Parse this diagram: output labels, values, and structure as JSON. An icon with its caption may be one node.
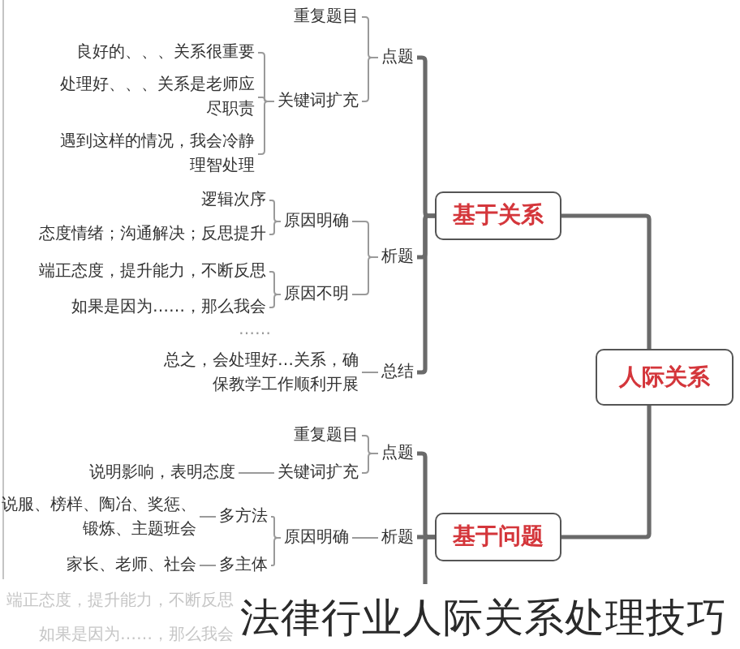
{
  "diagram": {
    "caption": "法律行业人际关系处理技巧",
    "nodes": [
      {
        "text": [
          "人际关系"
        ]
      },
      {
        "text": [
          "基于关系"
        ]
      },
      {
        "text": [
          "点题"
        ]
      },
      {
        "text": [
          "重复题目"
        ]
      },
      {
        "text": [
          "关键词扩充"
        ]
      },
      {
        "text": [
          "良好的、、、关系很重要"
        ]
      },
      {
        "text": [
          "处理好、、、关系是老师应尽职责"
        ]
      },
      {
        "text": [
          "遇到这样的情况，我会冷静理智处理"
        ]
      },
      {
        "text": [
          "析题"
        ]
      },
      {
        "text": [
          "原因明确"
        ]
      },
      {
        "text": [
          "逻辑次序"
        ]
      },
      {
        "text": [
          "态度情绪；沟通解决；反思提升"
        ]
      },
      {
        "text": [
          "原因不明"
        ]
      },
      {
        "text": [
          "端正态度，提升能力，不断反思"
        ]
      },
      {
        "text": [
          "如果是因为……，那么我会"
        ]
      },
      {
        "text": [
          "总结"
        ]
      },
      {
        "text": [
          "总之，会处理好…关系，确保教学工作顺利开展"
        ]
      },
      {
        "text": [
          "基于问题"
        ]
      },
      {
        "text": [
          "点题"
        ]
      },
      {
        "text": [
          "重复题目"
        ]
      },
      {
        "text": [
          "关键词扩充"
        ]
      },
      {
        "text": [
          "说明影响，表明态度"
        ]
      },
      {
        "text": [
          "析题"
        ]
      },
      {
        "text": [
          "原因明确"
        ]
      },
      {
        "text": [
          "多方法"
        ]
      },
      {
        "text": [
          "说服、榜样、陶冶、奖惩、锻炼、主题班会"
        ]
      },
      {
        "text": [
          "多主体"
        ]
      },
      {
        "text": [
          "家长、老师、社会"
        ]
      }
    ],
    "edges": [
      {
        "from": 0,
        "to": 1,
        "arrow": "none",
        "style": "thick"
      },
      {
        "from": 0,
        "to": 17,
        "arrow": "none",
        "style": "thick"
      },
      {
        "from": 1,
        "to": 2,
        "arrow": "none",
        "style": "thick"
      },
      {
        "from": 2,
        "to": 3,
        "arrow": "none"
      },
      {
        "from": 2,
        "to": 4,
        "arrow": "none"
      },
      {
        "from": 4,
        "to": 5,
        "arrow": "none"
      },
      {
        "from": 4,
        "to": 6,
        "arrow": "none"
      },
      {
        "from": 4,
        "to": 7,
        "arrow": "none"
      },
      {
        "from": 1,
        "to": 8,
        "arrow": "none",
        "style": "thick"
      },
      {
        "from": 8,
        "to": 9,
        "arrow": "none"
      },
      {
        "from": 9,
        "to": 10,
        "arrow": "none"
      },
      {
        "from": 9,
        "to": 11,
        "arrow": "none"
      },
      {
        "from": 8,
        "to": 12,
        "arrow": "none"
      },
      {
        "from": 12,
        "to": 13,
        "arrow": "none"
      },
      {
        "from": 12,
        "to": 14,
        "arrow": "none"
      },
      {
        "from": 1,
        "to": 15,
        "arrow": "none",
        "style": "thick"
      },
      {
        "from": 15,
        "to": 16,
        "arrow": "none"
      },
      {
        "from": 17,
        "to": 18,
        "arrow": "none",
        "style": "thick"
      },
      {
        "from": 18,
        "to": 19,
        "arrow": "none"
      },
      {
        "from": 18,
        "to": 20,
        "arrow": "none"
      },
      {
        "from": 20,
        "to": 21,
        "arrow": "none"
      },
      {
        "from": 17,
        "to": 22,
        "arrow": "none",
        "style": "thick"
      },
      {
        "from": 22,
        "to": 23,
        "arrow": "none"
      },
      {
        "from": 23,
        "to": 24,
        "arrow": "none"
      },
      {
        "from": 24,
        "to": 25,
        "arrow": "none"
      },
      {
        "from": 23,
        "to": 26,
        "arrow": "none"
      },
      {
        "from": 26,
        "to": 27,
        "arrow": "none"
      },
      {
        "from": 17,
        "to": null,
        "arrow": "none",
        "style": "thick"
      }
    ],
    "labels": [
      "……",
      "端正态度，提升能力，不断反思",
      "如果是因为……，那么我会"
    ]
  }
}
